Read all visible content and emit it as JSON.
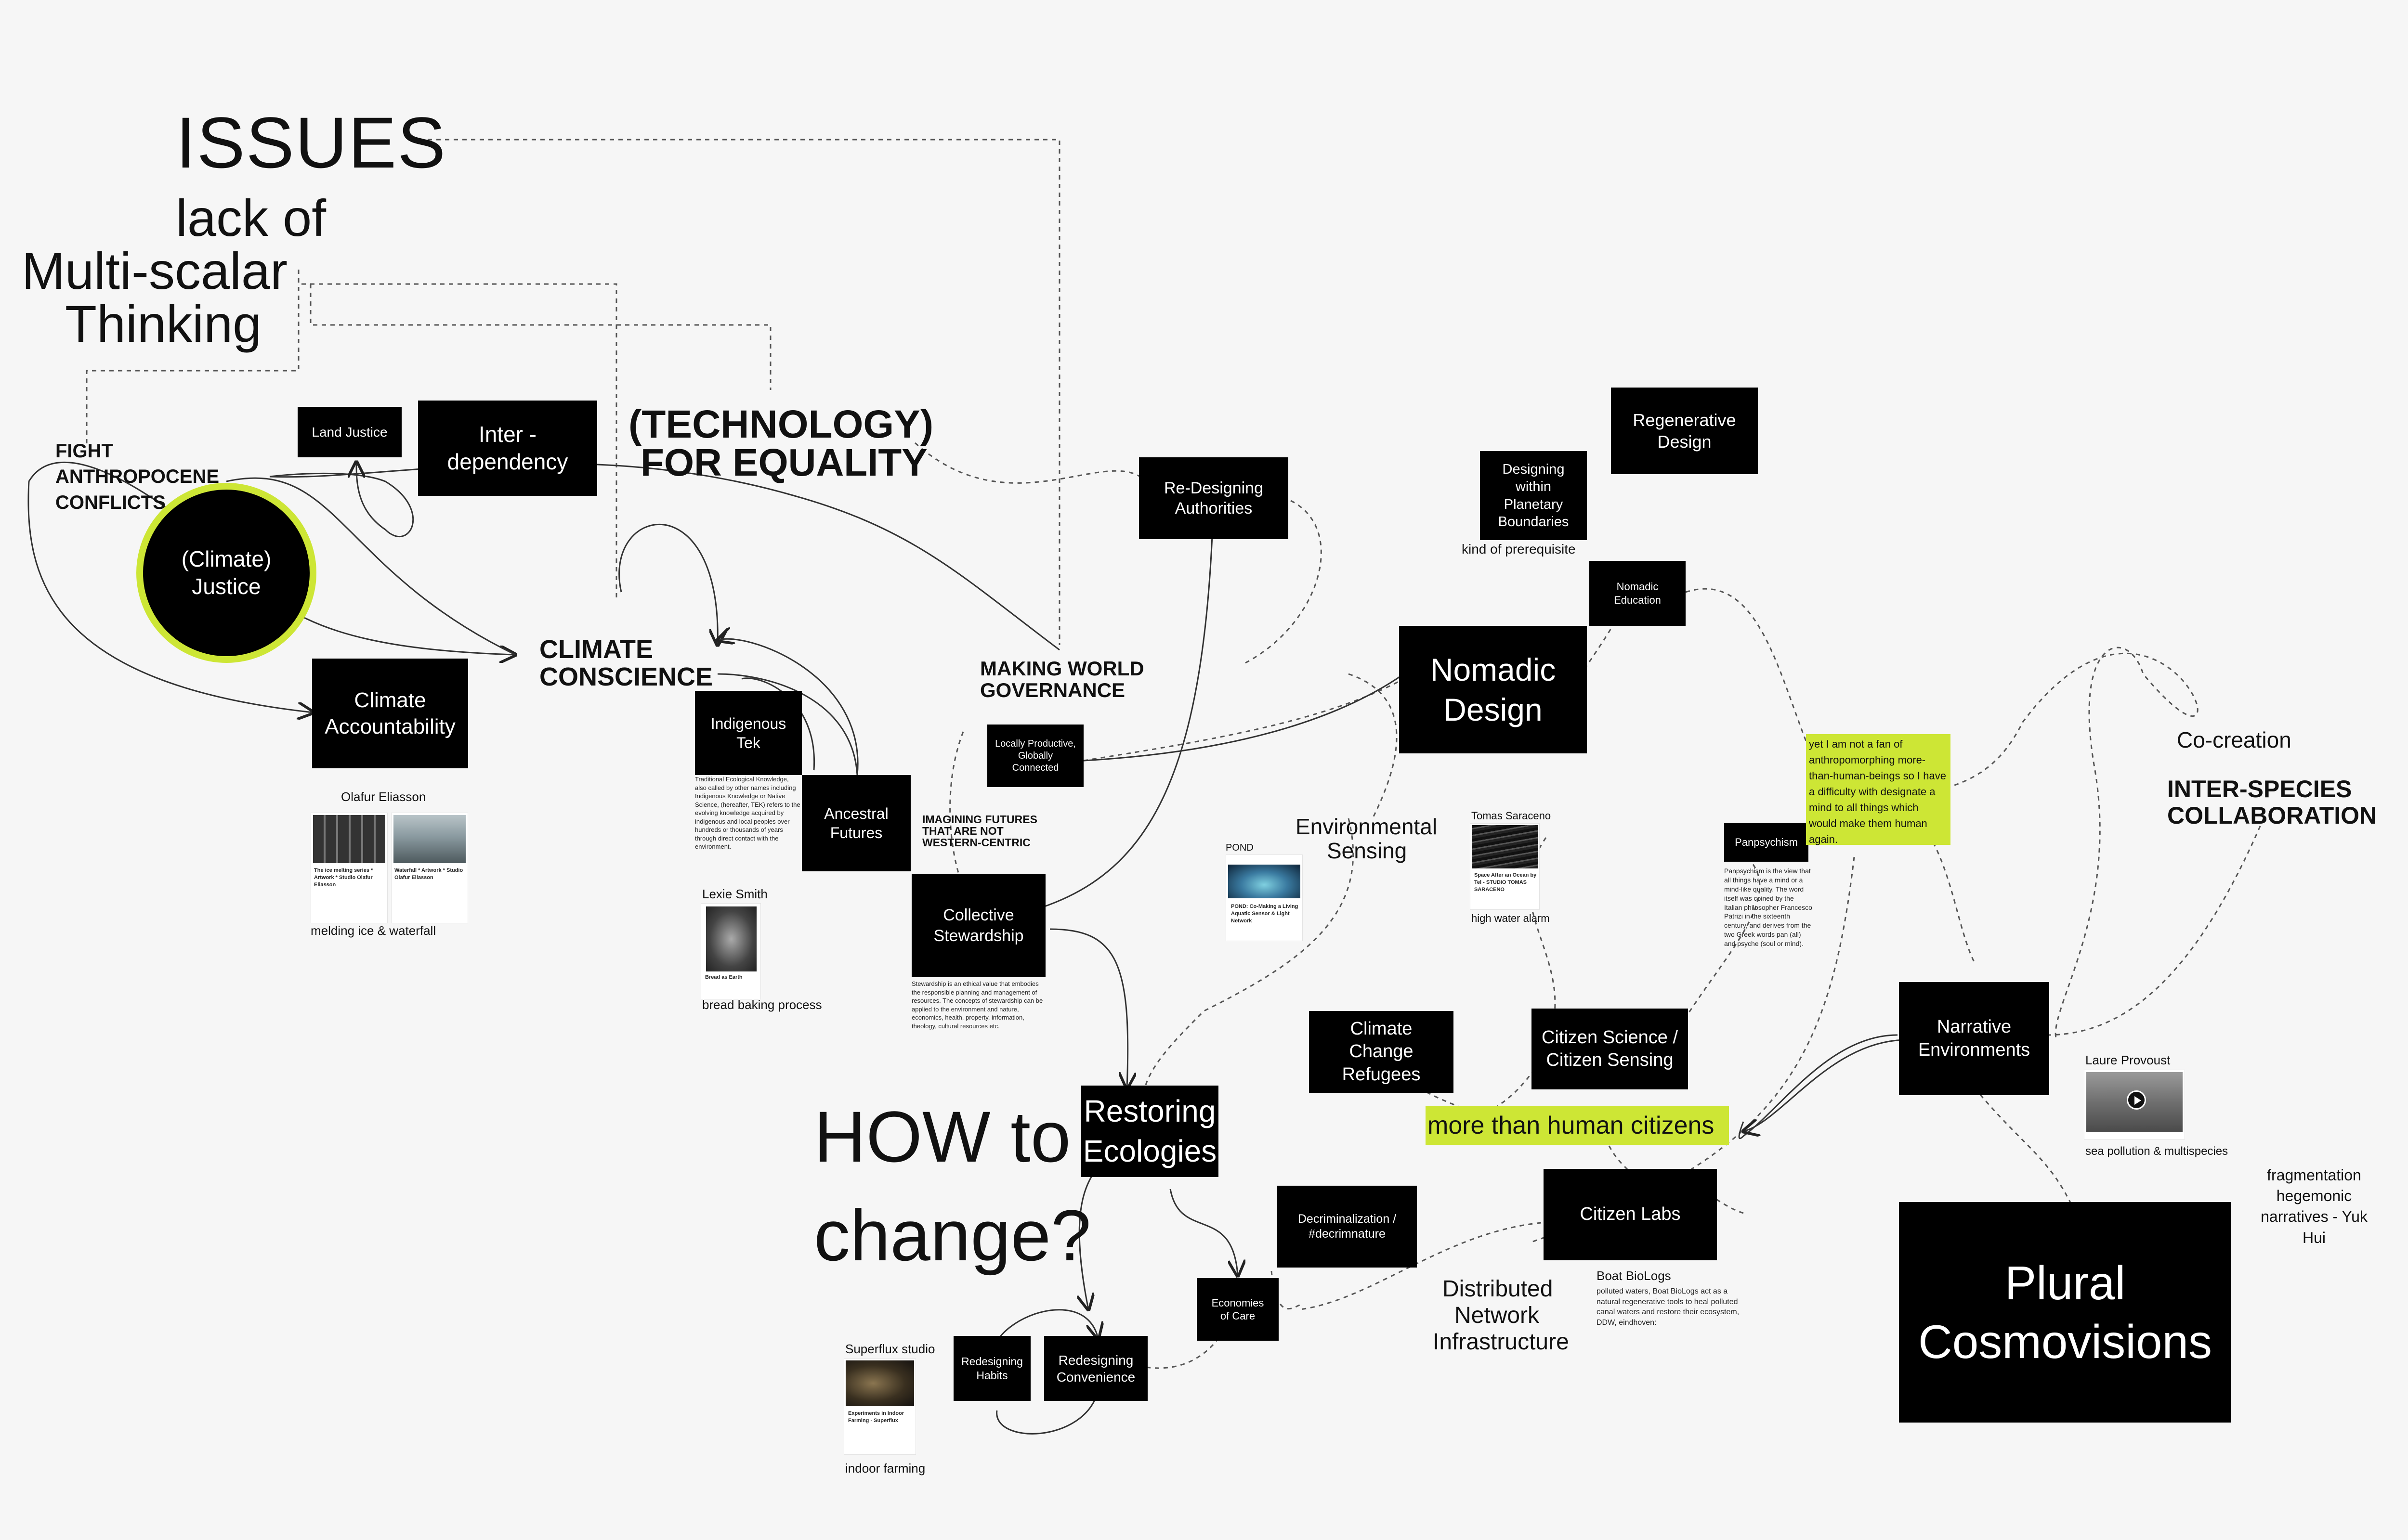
{
  "headings": {
    "issues": "ISSUES",
    "lack_of": "lack of",
    "multi_scalar": "Multi-scalar",
    "thinking": "Thinking",
    "how_to": "HOW to",
    "change": "change?",
    "tech_equality_1": "(TECHNOLOGY)",
    "tech_equality_2": "FOR EQUALITY"
  },
  "labels": {
    "fight_1": "FIGHT",
    "fight_2": "ANTHROPOCENE",
    "fight_3": "CONFLICTS",
    "climate_conscience_1": "CLIMATE",
    "climate_conscience_2": "CONSCIENCE",
    "making_world_1": "MAKING WORLD",
    "making_world_2": "GOVERNANCE",
    "imagining": "IMAGINING FUTURES THAT ARE NOT WESTERN-CENTRIC",
    "env_sensing_1": "Environmental",
    "env_sensing_2": "Sensing",
    "co_creation": "Co-creation",
    "inter_species_1": "INTER-SPECIES",
    "inter_species_2": "COLLABORATION",
    "kind_of_prereq": "kind of prerequisite",
    "distributed_1": "Distributed",
    "distributed_2": "Network",
    "distributed_3": "Infrastructure",
    "fragmentation": "fragmentation hegemonic narratives - Yuk Hui",
    "olafur": "Olafur Eliasson",
    "melding": "melding ice & waterfall",
    "lexie": "Lexie Smith",
    "bread": "bread baking process",
    "tomas": "Tomas Saraceno",
    "high_water": "high water alarm",
    "pond": "POND",
    "laure": "Laure Provoust",
    "sea_pollution": "sea pollution & multispecies",
    "superflux": "Superflux studio",
    "indoor_farming": "indoor farming",
    "boat_biologs": "Boat BioLogs"
  },
  "nodes": {
    "land_justice": "Land Justice",
    "interdependency": "Inter - dependency",
    "climate_justice": "(Climate) Justice",
    "climate_accountability": "Climate Accountability",
    "indigenous_tek": "Indigenous Tek",
    "ancestral_futures": "Ancestral Futures",
    "collective_stewardship": "Collective Stewardship",
    "re_designing_authorities": "Re-Designing Authorities",
    "locally_productive": "Locally Productive, Globally Connected",
    "regenerative_design": "Regenerative Design",
    "planetary_boundaries": "Designing within Planetary Boundaries",
    "nomadic_education": "Nomadic Education",
    "nomadic_design": "Nomadic Design",
    "panpsychism": "Panpsychism",
    "narrative_environments": "Narrative Environments",
    "climate_change_refugees": "Climate Change Refugees",
    "citizen_science": "Citizen Science / Citizen Sensing",
    "more_than_human": "more than human citizens",
    "citizen_labs": "Citizen Labs",
    "plural_cosmovisions": "Plural Cosmovisions",
    "restoring_ecologies": "Restoring Ecologies",
    "decriminalization": "Decriminalization / #decrimnature",
    "economies_of_care": "Economies of Care",
    "redesigning_habits": "Redesigning Habits",
    "redesigning_convenience": "Redesigning Convenience"
  },
  "notes": {
    "yet_i_am": "yet I am not a fan of anthropomorphing more-than-human-beings so I have a difficulty with designate a mind to all things which would make them human again.",
    "panpsychism_def": "Panpsychism is the view that all things have a mind or a mind-like quality. The word itself was coined by the Italian philosopher Francesco Patrizi in the sixteenth century, and derives from the two Greek words pan (all) and psyche (soul or mind).",
    "tek_def": "Traditional Ecological Knowledge, also called by other names including Indigenous Knowledge or Native Science, (hereafter, TEK) refers to the evolving knowledge acquired by indigenous and local peoples over hundreds or thousands of years through direct contact with the environment.",
    "stewardship_def": "Stewardship is an ethical value that embodies the responsible planning and management of resources. The concepts of stewardship can be applied to the environment and nature, economics, health, property, information, theology, cultural resources etc.",
    "boat_biologs_def": "polluted waters, Boat BioLogs act as a natural regenerative tools to heal polluted canal waters and restore their ecosystem, DDW, eindhoven:"
  },
  "cards": {
    "olafur_1_title": "The ice melting series * Artwork * Studio Olafur Eliasson",
    "olafur_2_title": "Waterfall * Artwork * Studio Olafur Eliasson",
    "lexie_title": "Bread as Earth",
    "pond_title": "POND: Co-Making a Living Aquatic Sensor & Light Network",
    "tomas_title": "Space After an Ocean by Tel - STUDIO TOMAS SARACENO",
    "superflux_title": "Experiments in Indoor Farming - Superflux"
  },
  "colors": {
    "accent_lime": "#cde635",
    "node_black": "#000000",
    "canvas": "#f6f6f6"
  }
}
